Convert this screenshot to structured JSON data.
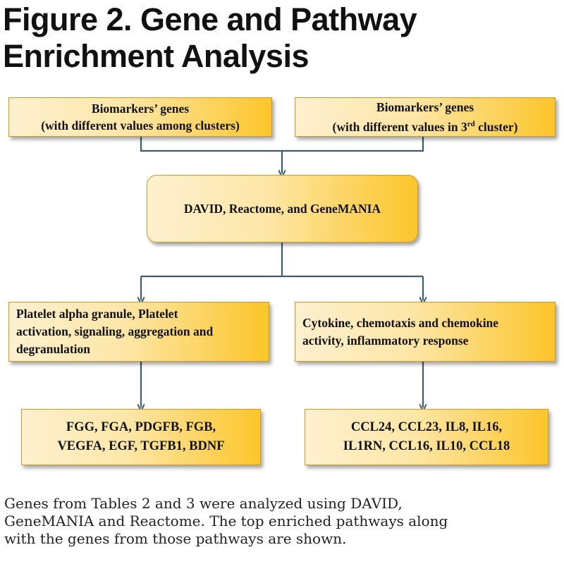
{
  "figure": {
    "title_line1": "Figure 2. Gene and Pathway",
    "title_line2": "Enrichment Analysis"
  },
  "boxes": {
    "input_left": {
      "line1": "Biomarkers’ genes",
      "line2": "(with different values among clusters)"
    },
    "input_right": {
      "line1": "Biomarkers’ genes",
      "line2_pre": "(with different values in 3",
      "line2_sup": "rd",
      "line2_post": " cluster)"
    },
    "tools": {
      "label": "DAVID, Reactome, and GeneMANIA"
    },
    "pathway_left": {
      "line1": "Platelet alpha granule, Platelet",
      "line2": "activation, signaling, aggregation and",
      "line3": "degranulation"
    },
    "pathway_right": {
      "line1": "Cytokine, chemotaxis and chemokine",
      "line2": "activity, inflammatory response"
    },
    "genes_left": {
      "line1": "FGG, FGA, PDGFB, FGB,",
      "line2": "VEGFA, EGF, TGFB1, BDNF"
    },
    "genes_right": {
      "line1": "CCL24, CCL23, IL8, IL16,",
      "line2": "IL1RN, CCL16, IL10, CCL18"
    }
  },
  "caption": {
    "line1": "Genes from Tables 2 and 3 were analyzed using DAVID,",
    "line2": "GeneMANIA and Reactome. The top enriched pathways along",
    "line3": "with the genes from those pathways are shown."
  },
  "colors": {
    "box_light": "#fdf0cf",
    "box_gold": "#fcc52a",
    "box_border": "#c99b2a",
    "connector": "#3b5d6e"
  }
}
